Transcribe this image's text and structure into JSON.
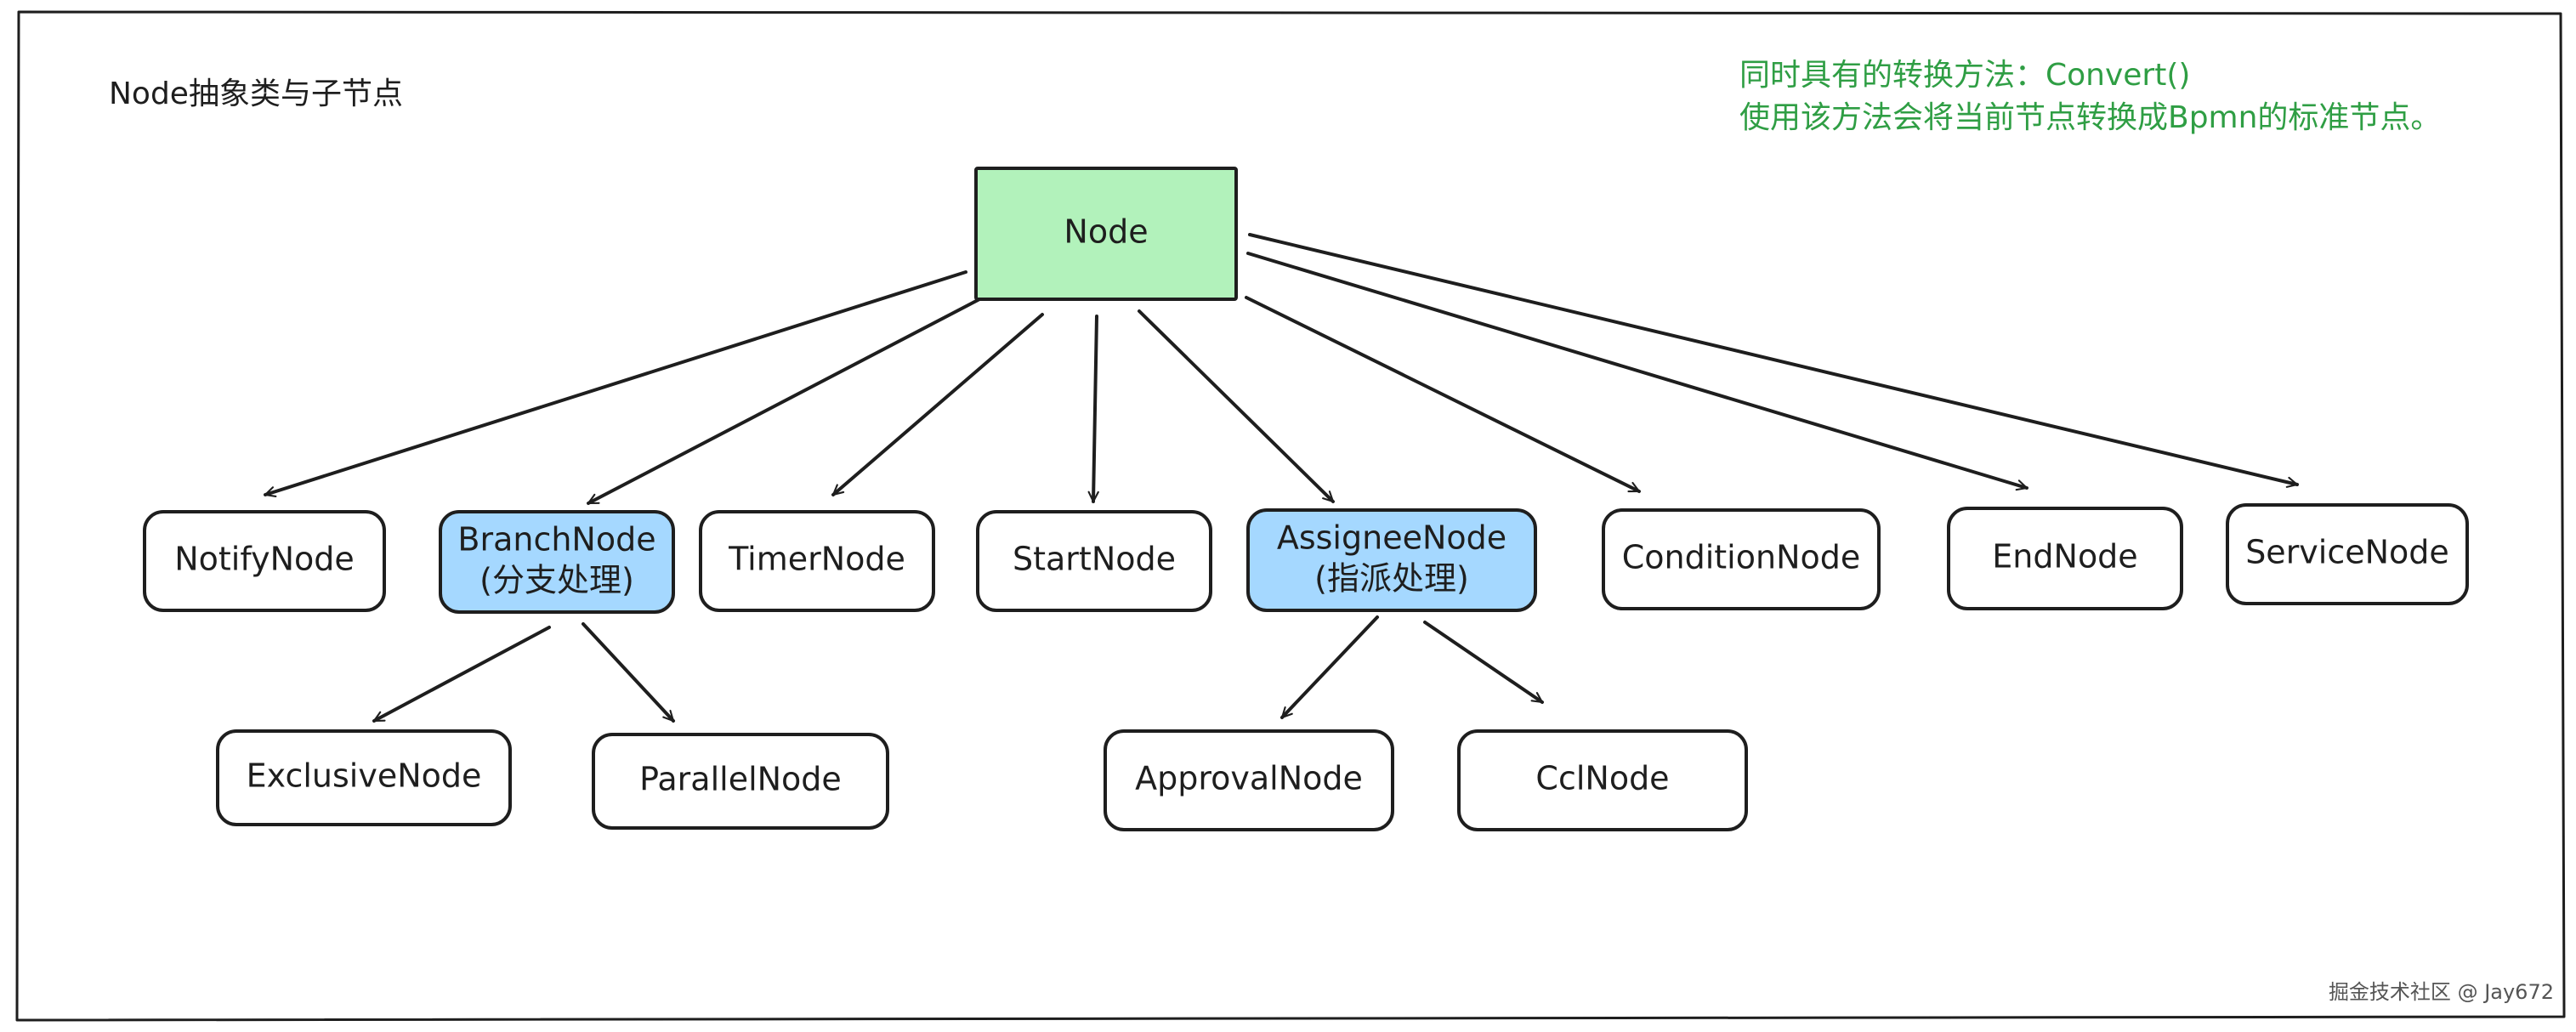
{
  "title": "Node抽象类与子节点",
  "note": {
    "line1": "同时具有的转换方法：Convert()",
    "line2": "使用该方法会将当前节点转换成Bpmn的标准节点。"
  },
  "watermark": "掘金技术社区 @ Jay672",
  "colors": {
    "root_fill": "#b2f2bb",
    "highlight_fill": "#a5d8ff",
    "default_fill": "#ffffff",
    "stroke": "#1e1e1e",
    "note": "#2f9e44"
  },
  "nodes": [
    {
      "id": "node",
      "lines": [
        "Node"
      ],
      "style": "root"
    },
    {
      "id": "notify",
      "lines": [
        "NotifyNode"
      ],
      "style": "default"
    },
    {
      "id": "branch",
      "lines": [
        "BranchNode",
        "(分支处理)"
      ],
      "style": "highlight"
    },
    {
      "id": "timer",
      "lines": [
        "TimerNode"
      ],
      "style": "default"
    },
    {
      "id": "start",
      "lines": [
        "StartNode"
      ],
      "style": "default"
    },
    {
      "id": "assignee",
      "lines": [
        "AssigneeNode",
        "(指派处理)"
      ],
      "style": "highlight"
    },
    {
      "id": "condition",
      "lines": [
        "ConditionNode"
      ],
      "style": "default"
    },
    {
      "id": "end",
      "lines": [
        "EndNode"
      ],
      "style": "default"
    },
    {
      "id": "service",
      "lines": [
        "ServiceNode"
      ],
      "style": "default"
    },
    {
      "id": "exclusive",
      "lines": [
        "ExclusiveNode"
      ],
      "style": "default"
    },
    {
      "id": "parallel",
      "lines": [
        "ParallelNode"
      ],
      "style": "default"
    },
    {
      "id": "approval",
      "lines": [
        "ApprovalNode"
      ],
      "style": "default"
    },
    {
      "id": "ccl",
      "lines": [
        "CclNode"
      ],
      "style": "default"
    }
  ],
  "edges": [
    {
      "from": "node",
      "to": "notify"
    },
    {
      "from": "node",
      "to": "branch"
    },
    {
      "from": "node",
      "to": "timer"
    },
    {
      "from": "node",
      "to": "start"
    },
    {
      "from": "node",
      "to": "assignee"
    },
    {
      "from": "node",
      "to": "condition"
    },
    {
      "from": "node",
      "to": "end"
    },
    {
      "from": "node",
      "to": "service"
    },
    {
      "from": "branch",
      "to": "exclusive"
    },
    {
      "from": "branch",
      "to": "parallel"
    },
    {
      "from": "assignee",
      "to": "approval"
    },
    {
      "from": "assignee",
      "to": "ccl"
    }
  ]
}
